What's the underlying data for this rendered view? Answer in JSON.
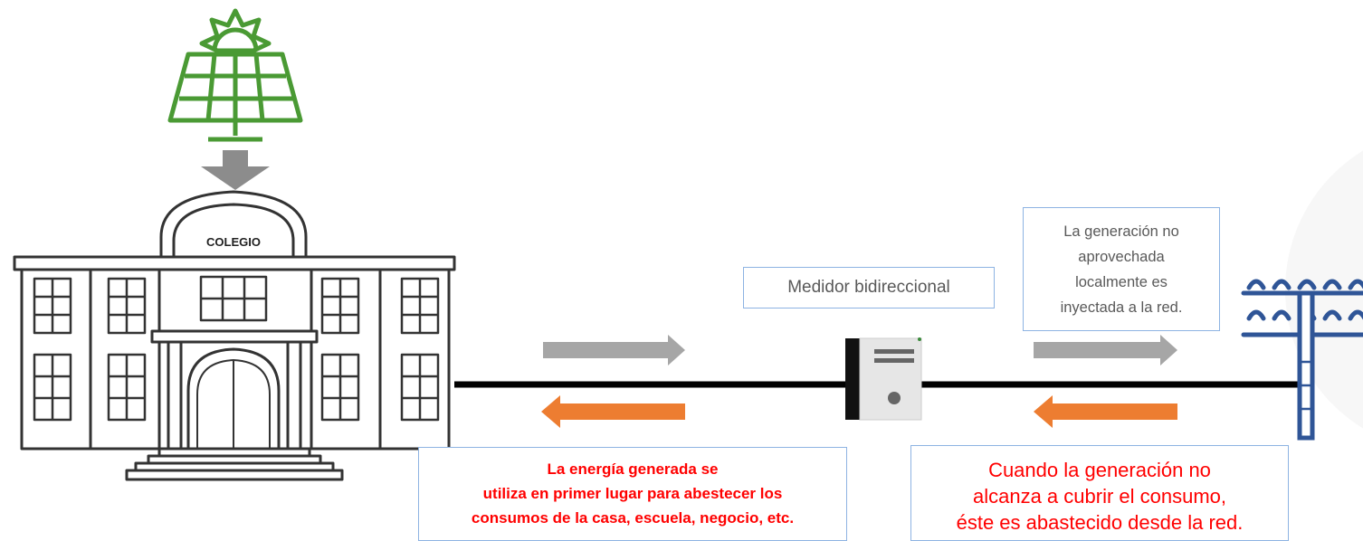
{
  "building": {
    "label": "COLEGIO"
  },
  "meter": {
    "label": "Medidor bidireccional"
  },
  "export_note": {
    "lines": [
      "La generación no",
      "aprovechada",
      "localmente es",
      "inyectada a la red."
    ]
  },
  "local_use_note": {
    "lines": [
      "La energía generada  se",
      "utiliza en primer lugar para abestecer los",
      "consumos de la casa, escuela, negocio, etc."
    ]
  },
  "grid_supply_note": {
    "lines": [
      "Cuando la generación no",
      "alcanza a cubrir el consumo,",
      "éste es abastecido desde la red."
    ]
  },
  "colors": {
    "solar_panel": "#4a9a34",
    "flow_to_grid": "#a6a6a6",
    "flow_from_grid": "#ed7d31",
    "power_line": "#000000",
    "utility_pole": "#2f5597",
    "note_border": "#8db3e2",
    "note_red_text": "#ff0000"
  },
  "icons": [
    "solar-panel-icon",
    "school-building-icon",
    "bidirectional-meter-icon",
    "utility-pole-icon"
  ]
}
